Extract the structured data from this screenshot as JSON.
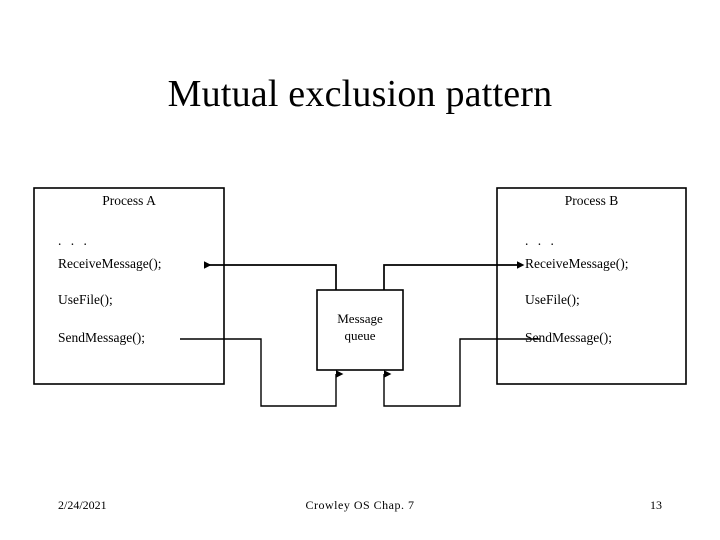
{
  "slide": {
    "title": "Mutual exclusion pattern"
  },
  "diagram": {
    "process_a": {
      "title": "Process A",
      "lines": [
        ". . .",
        "ReceiveMessage();",
        "UseFile();",
        "SendMessage();"
      ]
    },
    "process_b": {
      "title": "Process B",
      "lines": [
        ". . .",
        "ReceiveMessage();",
        "UseFile();",
        "SendMessage();"
      ]
    },
    "queue": {
      "line1": "Message",
      "line2": "queue"
    },
    "stroke_color": "#000000",
    "fill_color": "#ffffff"
  },
  "footer": {
    "date": "2/24/2021",
    "center": "Crowley   OS   Chap. 7",
    "page": "13"
  }
}
